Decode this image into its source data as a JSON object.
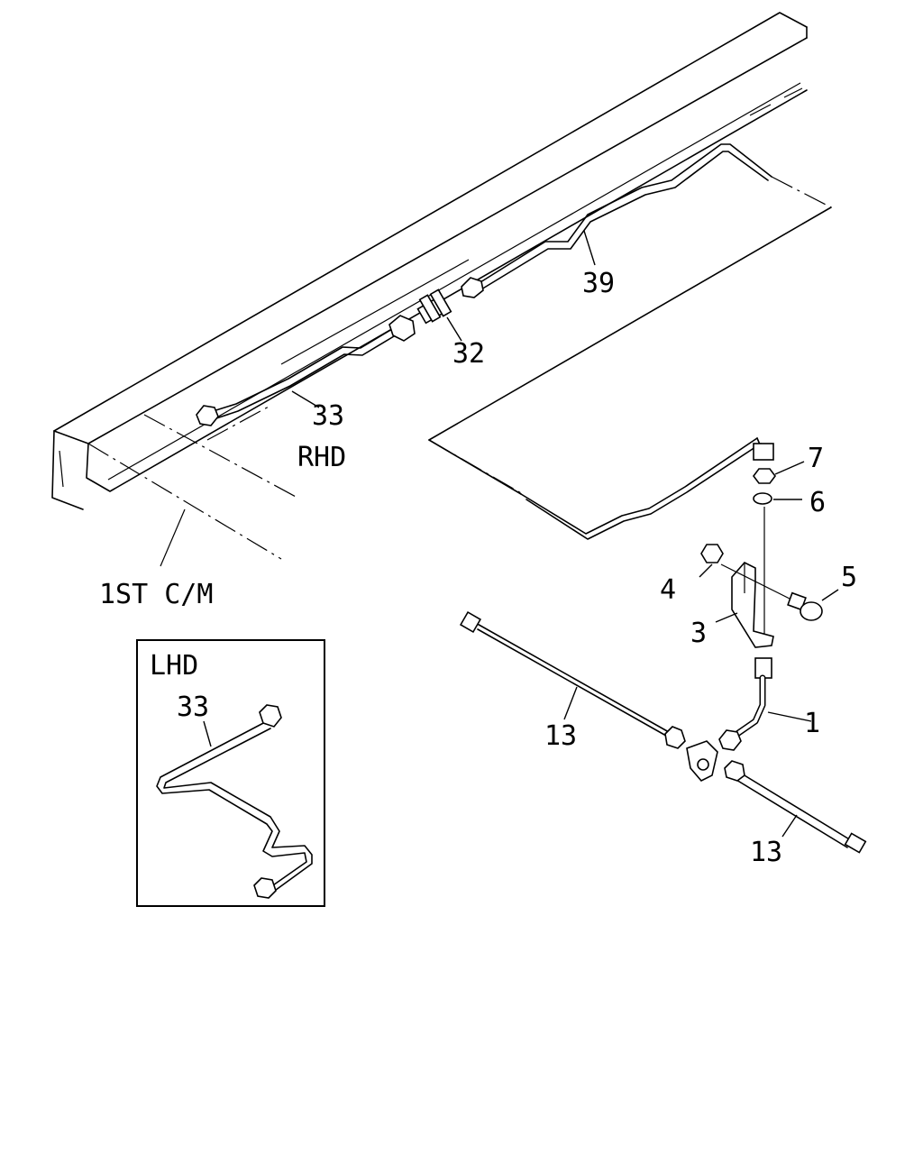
{
  "labels": {
    "p1": "1",
    "p3": "3",
    "p4": "4",
    "p5": "5",
    "p6": "6",
    "p7": "7",
    "p13a": "13",
    "p13b": "13",
    "p32": "32",
    "p33": "33",
    "p39": "39",
    "rhd": "RHD",
    "cm": "1ST C/M",
    "lhd_title": "LHD",
    "lhd_p33": "33"
  },
  "icons": {
    "frame": "chassis-frame-rail",
    "nut": "hex-nut-icon",
    "washer": "washer-icon",
    "bolt": "bolt-icon",
    "bracket": "bracket-icon",
    "joint": "three-way-joint-icon"
  }
}
